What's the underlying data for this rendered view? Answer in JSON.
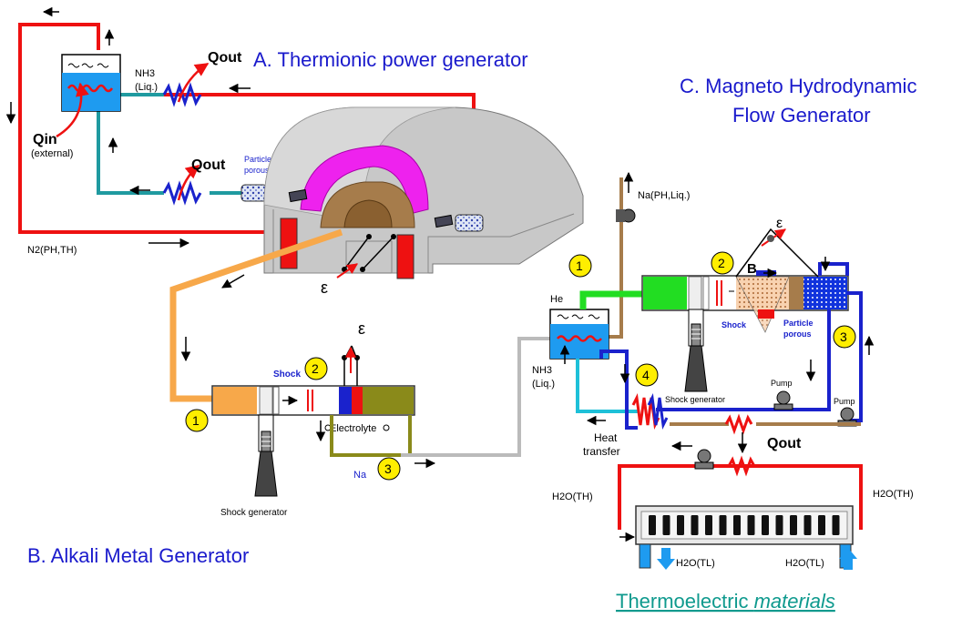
{
  "titles": {
    "thermionic": "A. Thermionic power generator",
    "mhd_line1": "C. Magneto Hydrodynamic",
    "mhd_line2": "Flow Generator",
    "alkali": "B. Alkali Metal Generator",
    "thermoelectric_prefix": "Thermoelectric ",
    "thermoelectric_italic": "materials"
  },
  "labels": {
    "nh3_top": "NH3",
    "liq_top": "(Liq.)",
    "qout_top": "Qout",
    "qin": "Qin",
    "external": "(external)",
    "qout_mid": "Qout",
    "particle_porous_a_1": "Particle",
    "particle_porous_a_2": "porous",
    "n2": "N2(PH,TH)",
    "na_ph": "Na(PH,Liq.)",
    "he": "He",
    "nh3_mhd": "NH3",
    "liq_mhd": "(Liq.)",
    "shock_c": "Shock",
    "particle_c_1": "Particle",
    "particle_c_2": "porous",
    "b_field": "B",
    "epsilon": "ε",
    "pump_1": "Pump",
    "pump_2": "Pump",
    "shock_generator_c": "Shock generator",
    "heat_transfer_1": "Heat",
    "heat_transfer_2": "transfer",
    "qout_bottom": "Qout",
    "h2o_th_left": "H2O(TH)",
    "h2o_th_right": "H2O(TH)",
    "h2o_tl_left": "H2O(TL)",
    "h2o_tl_right": "H2O(TL)",
    "shock_b": "Shock",
    "electrolyte": "Electrolyte",
    "na_b": "Na",
    "shock_generator_b": "Shock generator"
  },
  "markers": {
    "b1": "1",
    "b2": "2",
    "b3": "3",
    "c1": "1",
    "c2": "2",
    "c3": "3",
    "c4": "4"
  },
  "colors": {
    "title_blue": "#1a1acc",
    "thermoelectric_teal": "#0f9a8e",
    "pipe_red": "#ee1111",
    "pipe_teal": "#1f9aa0",
    "pipe_orange": "#f7a84a",
    "pipe_brown": "#a67c4b",
    "pipe_olive": "#8a8a1a",
    "pipe_blue": "#1a22cc",
    "pipe_gray": "#bbbbbb",
    "pipe_green": "#22dd22",
    "tank_blue": "#1e9bf0",
    "magenta": "#ee22ee",
    "marker_yellow": "#ffee00"
  }
}
